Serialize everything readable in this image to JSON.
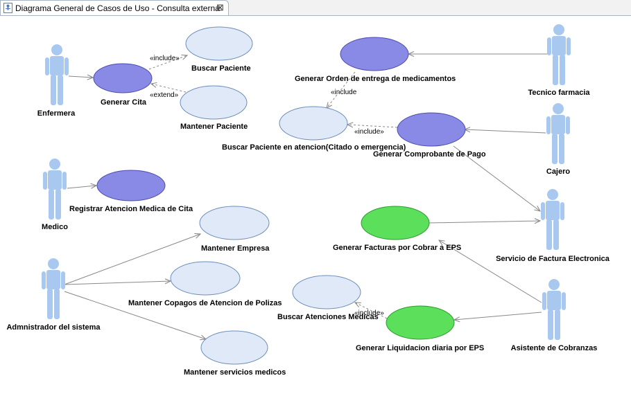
{
  "tab": {
    "title": "Diagrama General de Casos de Uso - Consulta externa",
    "close": "⊠"
  },
  "actors": {
    "enfermera": "Enfermera",
    "medico": "Medico",
    "admin": "Admnistrador del sistema",
    "tecnico": "Tecnico farmacia",
    "cajero": "Cajero",
    "servicio": "Servicio de Factura Electronica",
    "asistente": "Asistente de Cobranzas"
  },
  "usecases": {
    "generar_cita": "Generar Cita",
    "buscar_paciente": "Buscar Paciente",
    "mantener_paciente": "Mantener Paciente",
    "registrar_atencion": "Registrar Atencion Medica de Cita",
    "mantener_empresa": "Mantener Empresa",
    "mantener_copagos": "Mantener Copagos de Atencion de Polizas",
    "mantener_servicios": "Mantener servicios  medicos",
    "generar_orden": "Generar Orden de entrega de medicamentos",
    "buscar_paciente_atencion": "Buscar Paciente  en atencion(Citado o emergencia)",
    "generar_comprobante": "Generar Comprobante de Pago",
    "generar_facturas": "Generar Facturas por Cobrar a EPS",
    "buscar_atenciones": "Buscar Atenciones Medicas",
    "generar_liquidacion": "Generar Liquidacion diaria  por EPS"
  },
  "stereotypes": {
    "include1": "«include»",
    "extend1": "«extend»",
    "include2": "«include",
    "include3": "«include»",
    "include4": "«include»"
  },
  "colors": {
    "actor": "#a9c8ef",
    "usecase_plain": "#dfe9f7",
    "usecase_primary": "#8989e6",
    "usecase_green": "#5ce05c",
    "edge": "#888888"
  }
}
